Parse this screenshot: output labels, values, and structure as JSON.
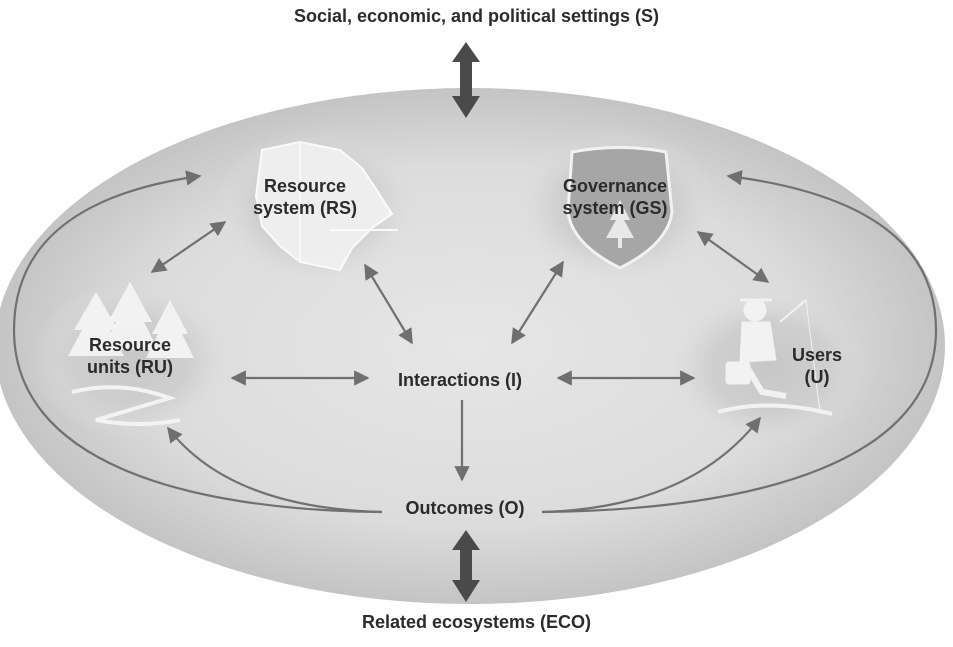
{
  "diagram": {
    "top_setting": "Social, economic, and political settings (S)",
    "bottom_setting": "Related ecosystems (ECO)",
    "nodes": {
      "resource_system": [
        "Resource",
        "system (RS)"
      ],
      "governance_system": [
        "Governance",
        "system (GS)"
      ],
      "resource_units": [
        "Resource",
        "units (RU)"
      ],
      "users": [
        "Users",
        "(U)"
      ],
      "interactions": "Interactions (I)",
      "outcomes": "Outcomes (O)"
    },
    "icons": [
      "map-icon",
      "shield-tree-icon",
      "pine-trees-icon",
      "fisherman-icon"
    ]
  }
}
